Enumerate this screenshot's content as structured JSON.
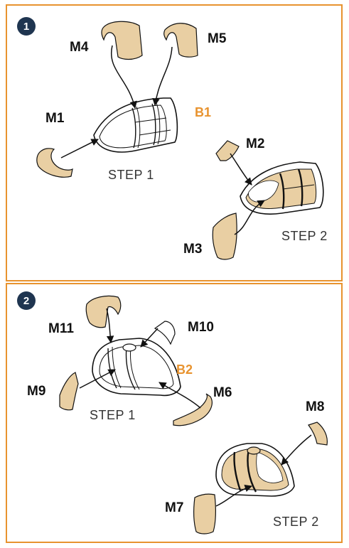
{
  "colors": {
    "frame": "#e8932f",
    "mask": "#e9cfa3",
    "badge": "#1f3550",
    "part_label": "#e8932f"
  },
  "panel1": {
    "step_number": "1",
    "part": "B1",
    "labels": {
      "m1": "M1",
      "m2": "M2",
      "m3": "M3",
      "m4": "M4",
      "m5": "M5"
    },
    "step1": "STEP 1",
    "step2": "STEP 2"
  },
  "panel2": {
    "step_number": "2",
    "part": "B2",
    "labels": {
      "m6": "M6",
      "m7": "M7",
      "m8": "M8",
      "m9": "M9",
      "m10": "M10",
      "m11": "M11"
    },
    "step1": "STEP 1",
    "step2": "STEP 2"
  }
}
